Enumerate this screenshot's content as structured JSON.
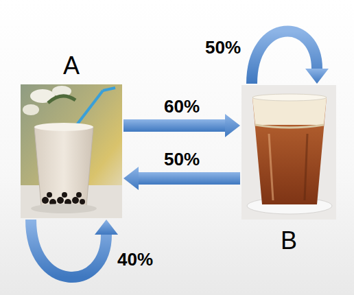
{
  "diagram": {
    "nodes": [
      {
        "text": [
          "A"
        ]
      },
      {
        "text": [
          "B"
        ]
      }
    ],
    "edges": [
      {
        "from": 0,
        "to": 1,
        "arrow": "to",
        "label": "60%"
      },
      {
        "from": 1,
        "to": 0,
        "arrow": "to",
        "label": "50%"
      },
      {
        "from": 0,
        "to": 0,
        "arrow": "to",
        "label": "40%"
      },
      {
        "from": 1,
        "to": 1,
        "arrow": "to",
        "label": "50%"
      }
    ]
  }
}
